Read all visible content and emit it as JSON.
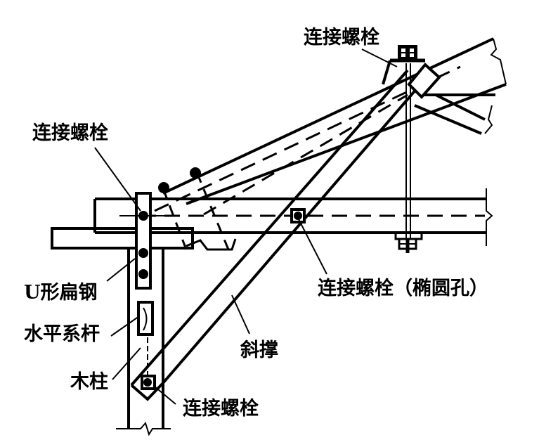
{
  "diagram": {
    "labels": {
      "top_bolt": "连接螺栓",
      "left_bolt": "连接螺栓",
      "u_steel": "U形扁钢",
      "tie_rod": "水平系杆",
      "post": "木柱",
      "bottom_bolt": "连接螺栓",
      "brace": "斜撑",
      "slot_bolt": "连接螺栓（椭圆孔）"
    },
    "colors": {
      "ink": "#000000",
      "paper": "#ffffff"
    }
  }
}
